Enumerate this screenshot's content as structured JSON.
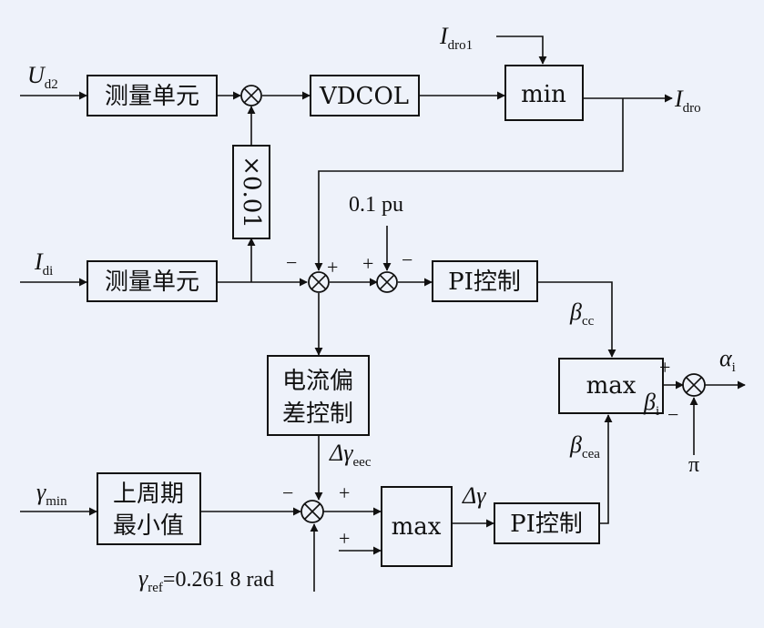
{
  "blocks": {
    "measure_top": "测量单元",
    "vdcol": "VDCOL",
    "min": "min",
    "gain": "×0.01",
    "measure_mid": "测量单元",
    "pi_top": "PI控制",
    "dev_ctrl_l1": "电流偏",
    "dev_ctrl_l2": "差控制",
    "max_right": "max",
    "min_prev_l1": "上周期",
    "min_prev_l2": "最小值",
    "max_bottom": "max",
    "pi_bottom": "PI控制"
  },
  "signals": {
    "ud2_main": "U",
    "ud2_sub": "d2",
    "idro1_main": "I",
    "idro1_sub": "dro1",
    "idro_main": "I",
    "idro_sub": "dro",
    "idi_main": "I",
    "idi_sub": "di",
    "pu": "0.1 pu",
    "beta_cc_main": "β",
    "beta_cc_sub": "cc",
    "beta_cea_main": "β",
    "beta_cea_sub": "cea",
    "beta_i_main": "β",
    "beta_i_sub": "i",
    "alpha_i_main": "α",
    "alpha_i_sub": "i",
    "pi_sym": "π",
    "dgamma_eec_main": "Δγ",
    "dgamma_eec_sub": "eec",
    "dgamma": "Δγ",
    "gamma_min_main": "γ",
    "gamma_min_sub": "min",
    "gamma_ref_main": "γ",
    "gamma_ref_sub": "ref",
    "gamma_ref_val": "=0.261 8 rad"
  },
  "signs": {
    "j2_minus": "−",
    "j2_plus": "+",
    "j3_plus": "+",
    "j3_minus": "−",
    "j4_plus": "+",
    "j4_minus": "−",
    "j5_minus": "−",
    "j5_plus": "+",
    "maxb_plus": "+"
  }
}
